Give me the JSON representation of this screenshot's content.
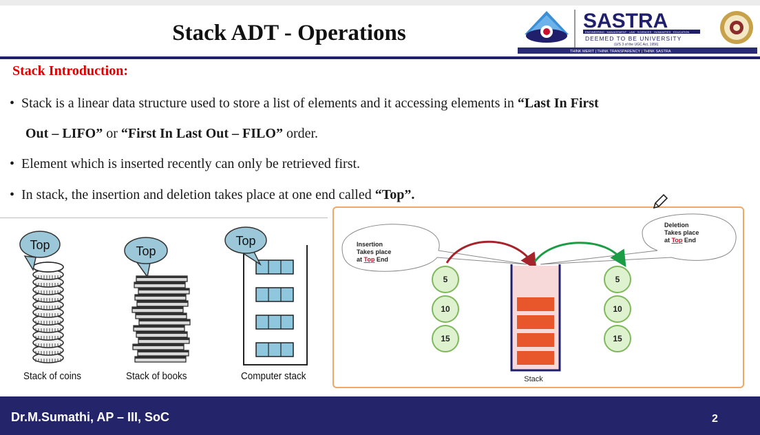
{
  "slide": {
    "title": "Stack ADT - Operations",
    "section_heading": "Stack Introduction:",
    "bullets": [
      {
        "pre": "Stack is a linear data structure used to store a list of elements and it accessing elements in ",
        "bold1": "“Last In First",
        "line2_bold": "Out – LIFO”",
        "line2_mid": " or ",
        "line2_bold2": "“First In Last Out – FILO”",
        "line2_post": " order."
      },
      {
        "text": "Element which is inserted recently can only be retrieved first."
      },
      {
        "pre": "In stack, the insertion and deletion takes place at one end called ",
        "bold": "“Top”."
      }
    ],
    "bullet_char": "•"
  },
  "logo": {
    "name": "SASTRA",
    "subtitle": "DEEMED TO BE UNIVERSITY",
    "act": "(U/S 3 of the UGC Act, 1956)",
    "tagline": "THINK MERIT | THINK TRANSPARENCY | THINK SASTRA",
    "strip": "ENGINEERING · MANAGEMENT · LAW · SCIENCES · HUMANITIES · EDUCATION"
  },
  "figure_left": {
    "bubble_label": "Top",
    "captions": [
      "Stack of coins",
      "Stack of books",
      "Computer stack"
    ]
  },
  "diagram": {
    "insertion_note": [
      "Insertion",
      "Takes place",
      "at ",
      "Top",
      " End"
    ],
    "deletion_note": [
      "Deletion",
      "Takes place",
      "at ",
      "Top",
      " End"
    ],
    "left_values": [
      "5",
      "10",
      "15"
    ],
    "right_values": [
      "5",
      "10",
      "15"
    ],
    "stack_label": "Stack",
    "colors": {
      "frame": "#f0a766",
      "circle_fill": "#dff2cf",
      "circle_stroke": "#7fb85c",
      "block": "#e8562b",
      "insert_arrow": "#a5232a",
      "delete_arrow": "#1b9c45",
      "top_word": "#c8102e"
    }
  },
  "footer": {
    "author": "Dr.M.Sumathi, AP – III, SoC",
    "page": "2"
  },
  "icons": [
    "pencil-icon",
    "university-emblem-icon",
    "university-crest-icon"
  ]
}
